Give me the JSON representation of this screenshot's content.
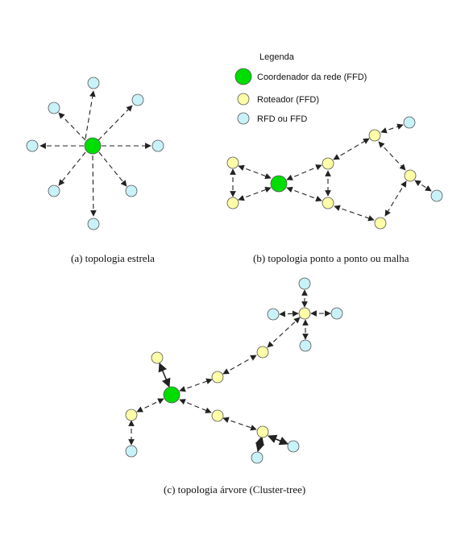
{
  "legend": {
    "title": "Legenda",
    "items": [
      {
        "label": "Coordenador da  rede (FFD)",
        "type": "coordinator"
      },
      {
        "label": "Roteador (FFD)",
        "type": "router"
      },
      {
        "label": "RFD ou FFD",
        "type": "device"
      }
    ]
  },
  "colors": {
    "coordinator": "#00dd00",
    "router": "#ffffa8",
    "device": "#c8f2f8",
    "edge": "#222222"
  },
  "captions": {
    "star": "(a)  topologia estrela",
    "mesh": "(b)  topologia ponto a ponto ou malha",
    "tree": "(c)  topologia árvore (Cluster-tree)"
  }
}
